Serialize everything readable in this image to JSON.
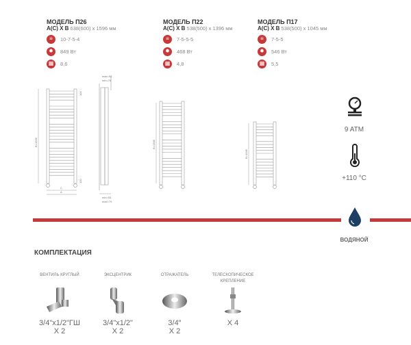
{
  "models": [
    {
      "title": "МОДЕЛЬ П26",
      "dims_label": "A(C) X B",
      "dims_value": "638(600) х 1596 мм",
      "sections": "10-7-5-4",
      "power": "849 Вт",
      "weight": "8,6",
      "height_label": "B=1596"
    },
    {
      "title": "МОДЕЛЬ П22",
      "dims_label": "A(C) X B",
      "dims_value": "538(500) х 1396 мм",
      "sections": "7-5-5-5",
      "power": "468 Вт",
      "weight": "4,8",
      "height_label": "B=1396"
    },
    {
      "title": "МОДЕЛЬ П17",
      "dims_label": "A(C) X B",
      "dims_value": "538(500) х 1045 мм",
      "sections": "7-5-5",
      "power": "546 Вт",
      "weight": "5,5",
      "height_label": "B=1045"
    }
  ],
  "drawing_labels": {
    "max_top": "max=98",
    "min_top": "min=78",
    "top_gap": "100",
    "bottom_gap": "100",
    "c": "C",
    "a": "A",
    "min_bottom": "min=53",
    "max_bottom": "max=79"
  },
  "specs": {
    "pressure": "9 ATM",
    "temperature": "+110 °C",
    "type": "ВОДЯНОЙ"
  },
  "kit": {
    "title": "КОМПЛЕКТАЦИЯ",
    "items": [
      {
        "label": "ВЕНТИЛЬ КРУГЛЫЙ",
        "size": "3/4\"х1/2\"ГШ",
        "qty": "X 2"
      },
      {
        "label": "ЭКСЦЕНТРИК",
        "size": "3/4\"х1/2\"",
        "qty": "X 2"
      },
      {
        "label": "ОТРАЖАТЕЛЬ",
        "size": "3/4\"",
        "qty": "X 2"
      },
      {
        "label": "ТЕЛЕСКОПИЧЕСКОЕ КРЕПЛЕНИЕ",
        "size": "",
        "qty": "X 4"
      }
    ]
  },
  "colors": {
    "accent": "#c6393a",
    "drop": "#1d3f63"
  }
}
